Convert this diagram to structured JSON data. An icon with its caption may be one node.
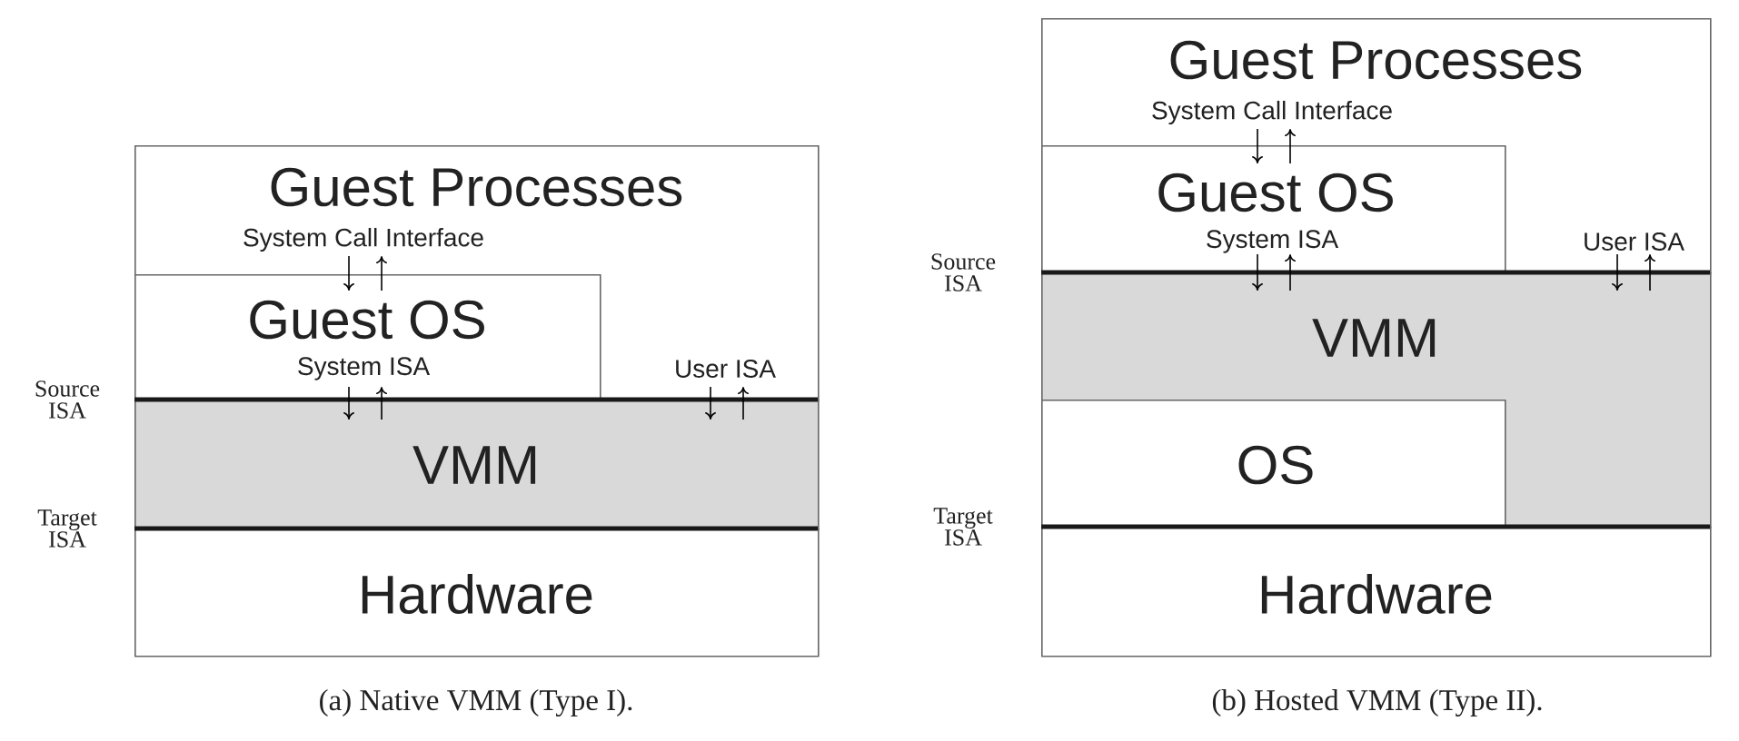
{
  "diagram": {
    "nodes": [
      {
        "text": [
          "Guest Processes"
        ]
      },
      {
        "text": [
          "Guest OS"
        ],
        "in": 0
      },
      {
        "text": [
          "VMM"
        ]
      },
      {
        "text": [
          "Hardware"
        ]
      },
      {
        "text": [
          "Guest Processes"
        ]
      },
      {
        "text": [
          "Guest OS"
        ],
        "in": 4
      },
      {
        "text": [
          "VMM"
        ]
      },
      {
        "text": [
          "OS"
        ],
        "in": 6
      },
      {
        "text": [
          "Hardware"
        ]
      }
    ],
    "labels": [
      "System Call Interface",
      "System ISA",
      "User ISA",
      "Source ISA",
      "Target ISA",
      "System Call Interface",
      "System ISA",
      "User ISA",
      "Source ISA",
      "Target ISA",
      "(a) Native VMM (Type I).",
      "(b) Hosted VMM (Type II)."
    ]
  }
}
